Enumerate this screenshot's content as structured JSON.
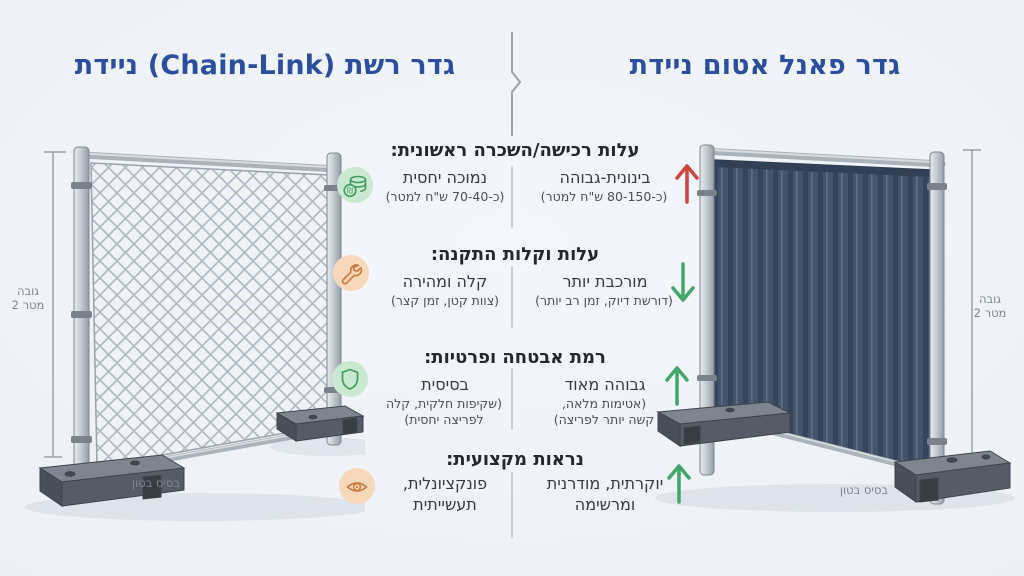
{
  "titles": {
    "right": "גדר פאנל אטום ניידת",
    "left": "גדר רשת (Chain-Link) ניידת",
    "color": "#2b4f9e"
  },
  "rows": [
    {
      "heading": "עלות רכישה/השכרה ראשונית:",
      "icon": "coins-icon",
      "panel": {
        "value": "בינונית-גבוהה",
        "detail": "(כ-80-150 ש\"ח למטר)",
        "trend": "up",
        "trend_color": "#cf4340"
      },
      "chainlink": {
        "value": "נמוכה יחסית",
        "detail": "(כ-70-40 ש\"ח למטר)"
      }
    },
    {
      "heading": "עלות וקלות התקנה:",
      "icon": "wrench-icon",
      "panel": {
        "value": "מורכבת יותר",
        "detail": "(דורשת דיוק, זמן רב יותר)",
        "trend": "down",
        "trend_color": "#41a669"
      },
      "chainlink": {
        "value": "קלה ומהירה",
        "detail": "(צוות קטן, זמן קצר)"
      }
    },
    {
      "heading": "רמת אבטחה ופרטיות:",
      "icon": "shield-icon",
      "panel": {
        "value": "גבוהה מאוד",
        "detail": "(אטימות מלאה,\nקשה יותר לפריצה)",
        "trend": "up",
        "trend_color": "#41a669"
      },
      "chainlink": {
        "value": "בסיסית",
        "detail": "(שקיפות חלקית, קלה\nלפריצה יחסית)"
      }
    },
    {
      "heading": "נראות מקצועית:",
      "icon": "eye-icon",
      "panel": {
        "value": "יוקרתית, מודרנית\nומרשימה",
        "trend": "up",
        "trend_color": "#41a669"
      },
      "chainlink": {
        "value": "פונקציונלית,\nתעשייתית"
      }
    }
  ],
  "fence_labels": {
    "height": "גובה\n2 מטר",
    "base": "בסיס בטון"
  },
  "colors": {
    "background": "#edf1f6",
    "arrow_red": "#cf4340",
    "arrow_green": "#41a669",
    "panel_fence": "#44546b",
    "mesh_wire": "#b2bac4",
    "metal_post": "#c6ccd3",
    "concrete_foot": "#565c66",
    "divider_gray": "#9aa2ac"
  }
}
